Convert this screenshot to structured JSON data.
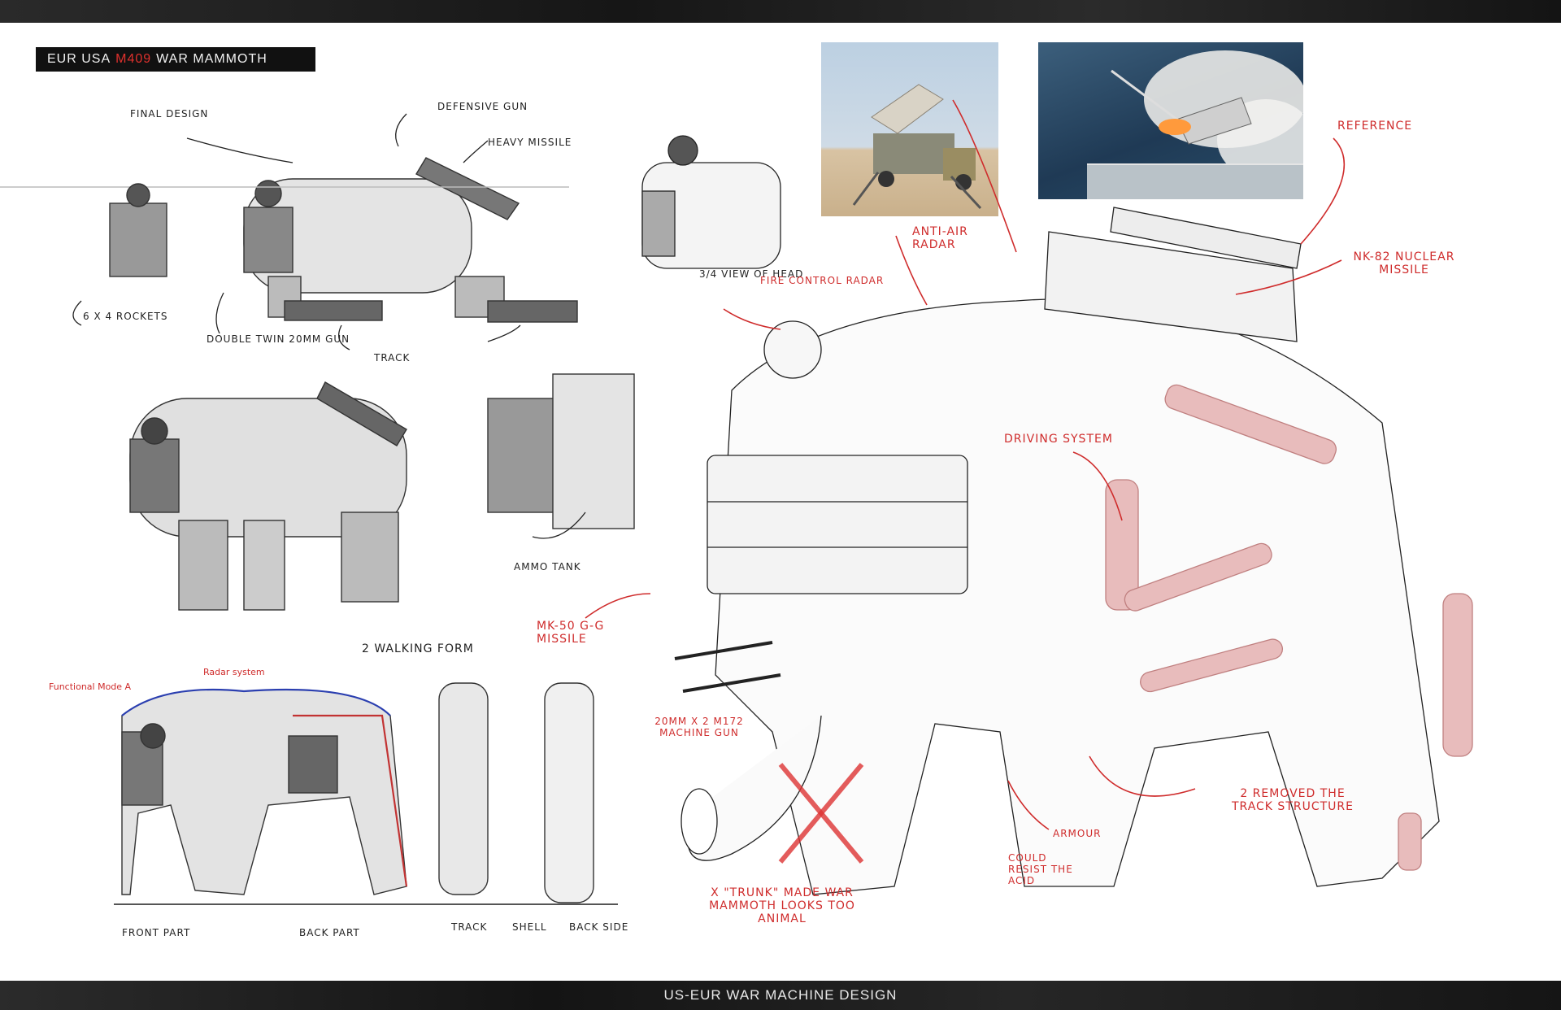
{
  "header": {
    "title_prefix": "EUR USA",
    "title_model": "M409",
    "title_suffix": "WAR MAMMOTH"
  },
  "footer": {
    "caption": "US-EUR WAR MACHINE DESIGN"
  },
  "notes": {
    "final_design": "FINAL DESIGN",
    "defensive_gun": "DEFENSIVE GUN",
    "heavy_missile": "HEAVY MISSILE",
    "rockets": "6 X 4 ROCKETS",
    "twin_gun": "DOUBLE TWIN 20MM GUN",
    "track": "TRACK",
    "view_head": "3/4 VIEW OF HEAD",
    "fire_radar": "FIRE CONTROL RADAR",
    "anti_air": "ANTI-AIR RADAR",
    "reference": "REFERENCE",
    "nuclear": "NK-82 NUCLEAR MISSILE",
    "driving": "DRIVING SYSTEM",
    "ammo_tank": "AMMO TANK",
    "walking": "2 WALKING FORM",
    "mk50": "MK-50 G-G MISSILE",
    "mgun": "20MM X 2 M172 MACHINE GUN",
    "functional": "Functional Mode A",
    "radar_sys": "Radar system",
    "front": "FRONT PART",
    "back": "BACK PART",
    "track2": "TRACK",
    "shell": "SHELL",
    "back_side": "BACK SIDE",
    "removed": "2 REMOVED THE TRACK STRUCTURE",
    "armour": "ARMOUR",
    "acid": "COULD RESIST THE ACID",
    "trunk": "X \"TRUNK\" MADE WAR MAMMOTH LOOKS TOO ANIMAL"
  },
  "colors": {
    "accent": "#e0312d",
    "annotation": "#cf2c2c",
    "band": "#1e1e1e"
  }
}
